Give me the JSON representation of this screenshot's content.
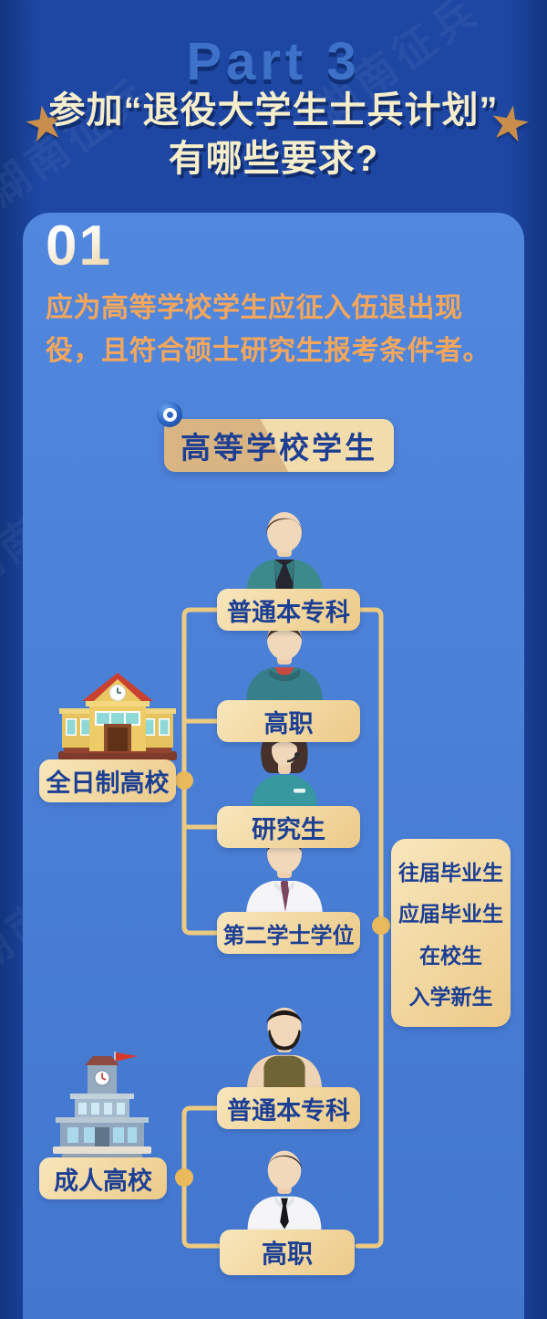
{
  "page": {
    "part_label": "Part 3",
    "title_line1": "参加“退役大学生士兵计划”",
    "title_line2": "有哪些要求?",
    "watermark": "湖南征兵"
  },
  "section": {
    "number": "01",
    "description": "应为高等学校学生应征入伍退出现役，且符合硕士研究生报考条件者。",
    "badge": "高等学校学生"
  },
  "flowchart": {
    "groups": [
      {
        "school": "全日制高校",
        "programs": [
          "普通本专科",
          "高职",
          "研究生",
          "第二学士学位"
        ]
      },
      {
        "school": "成人高校",
        "programs": [
          "普通本专科",
          "高职"
        ]
      }
    ],
    "status_box": [
      "往届毕业生",
      "应届毕业生",
      "在校生",
      "入学新生"
    ]
  },
  "colors": {
    "outer_background": "#1d47a3",
    "card_background": "#4a80d6",
    "label_cream": "#f3dcab",
    "label_text": "#1c3f94",
    "body_text_orange": "#f4a75c",
    "title_cream": "#f6eecb",
    "connector_gold": "#edca82",
    "star_gold": "#c98e4b"
  }
}
